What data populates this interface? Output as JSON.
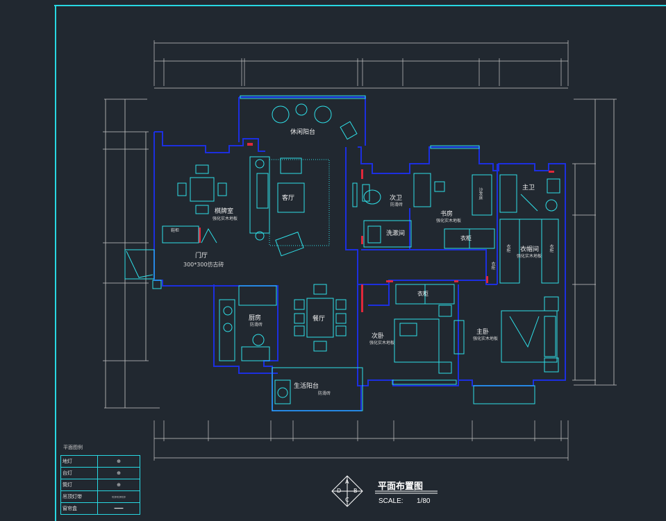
{
  "rooms": {
    "leisure_balcony": "休闲阳台",
    "chess_room": "棋牌室",
    "chess_room_floor": "强化实木地板",
    "living_room": "客厅",
    "secondary_bath": "次卫",
    "secondary_bath_floor": "防滑砖",
    "laundry": "洗漱间",
    "study": "书房",
    "study_floor": "强化实木地板",
    "sofa_bed": "沙发床",
    "master_bath": "主卫",
    "foyer": "门厅",
    "foyer_floor": "300*300仿古砖",
    "dressing_room": "衣帽间",
    "dressing_room_floor": "强化实木地板",
    "kitchen": "厨房",
    "kitchen_floor": "防滑砖",
    "dining_room": "餐厅",
    "second_bedroom": "次卧",
    "second_bedroom_floor": "强化实木地板",
    "master_bedroom": "主卧",
    "master_bedroom_floor": "强化实木地板",
    "utility_balcony": "生活阳台",
    "utility_balcony_floor": "防滑砖"
  },
  "cabinets": {
    "study_wardrobe": "衣柜",
    "bedroom_wardrobe": "衣柜",
    "closet_left": "衣柜",
    "closet_right": "衣柜",
    "closet_bottom": "衣柜",
    "shoe_cabinet": "鞋柜"
  },
  "legend": {
    "title": "平面图例",
    "rows": [
      {
        "label": "地灯",
        "symbol": "⊕"
      },
      {
        "label": "台灯",
        "symbol": "⊕"
      },
      {
        "label": "筒灯",
        "symbol": "⊕"
      },
      {
        "label": "吊顶灯带",
        "symbol": "▭▭▭"
      },
      {
        "label": "窗帘盒",
        "symbol": "━━━"
      }
    ]
  },
  "title_block": {
    "title": "平面布置图",
    "scale_label": "SCALE:",
    "scale_value": "1/80",
    "badges": [
      "A",
      "B",
      "C",
      "D"
    ]
  },
  "colors": {
    "background": "#212830",
    "frame": "#28d8e2",
    "wall": "#1c2fe0",
    "furniture": "#2fe0e8",
    "dimension": "#c9c9c9",
    "accent": "#e0283a"
  }
}
